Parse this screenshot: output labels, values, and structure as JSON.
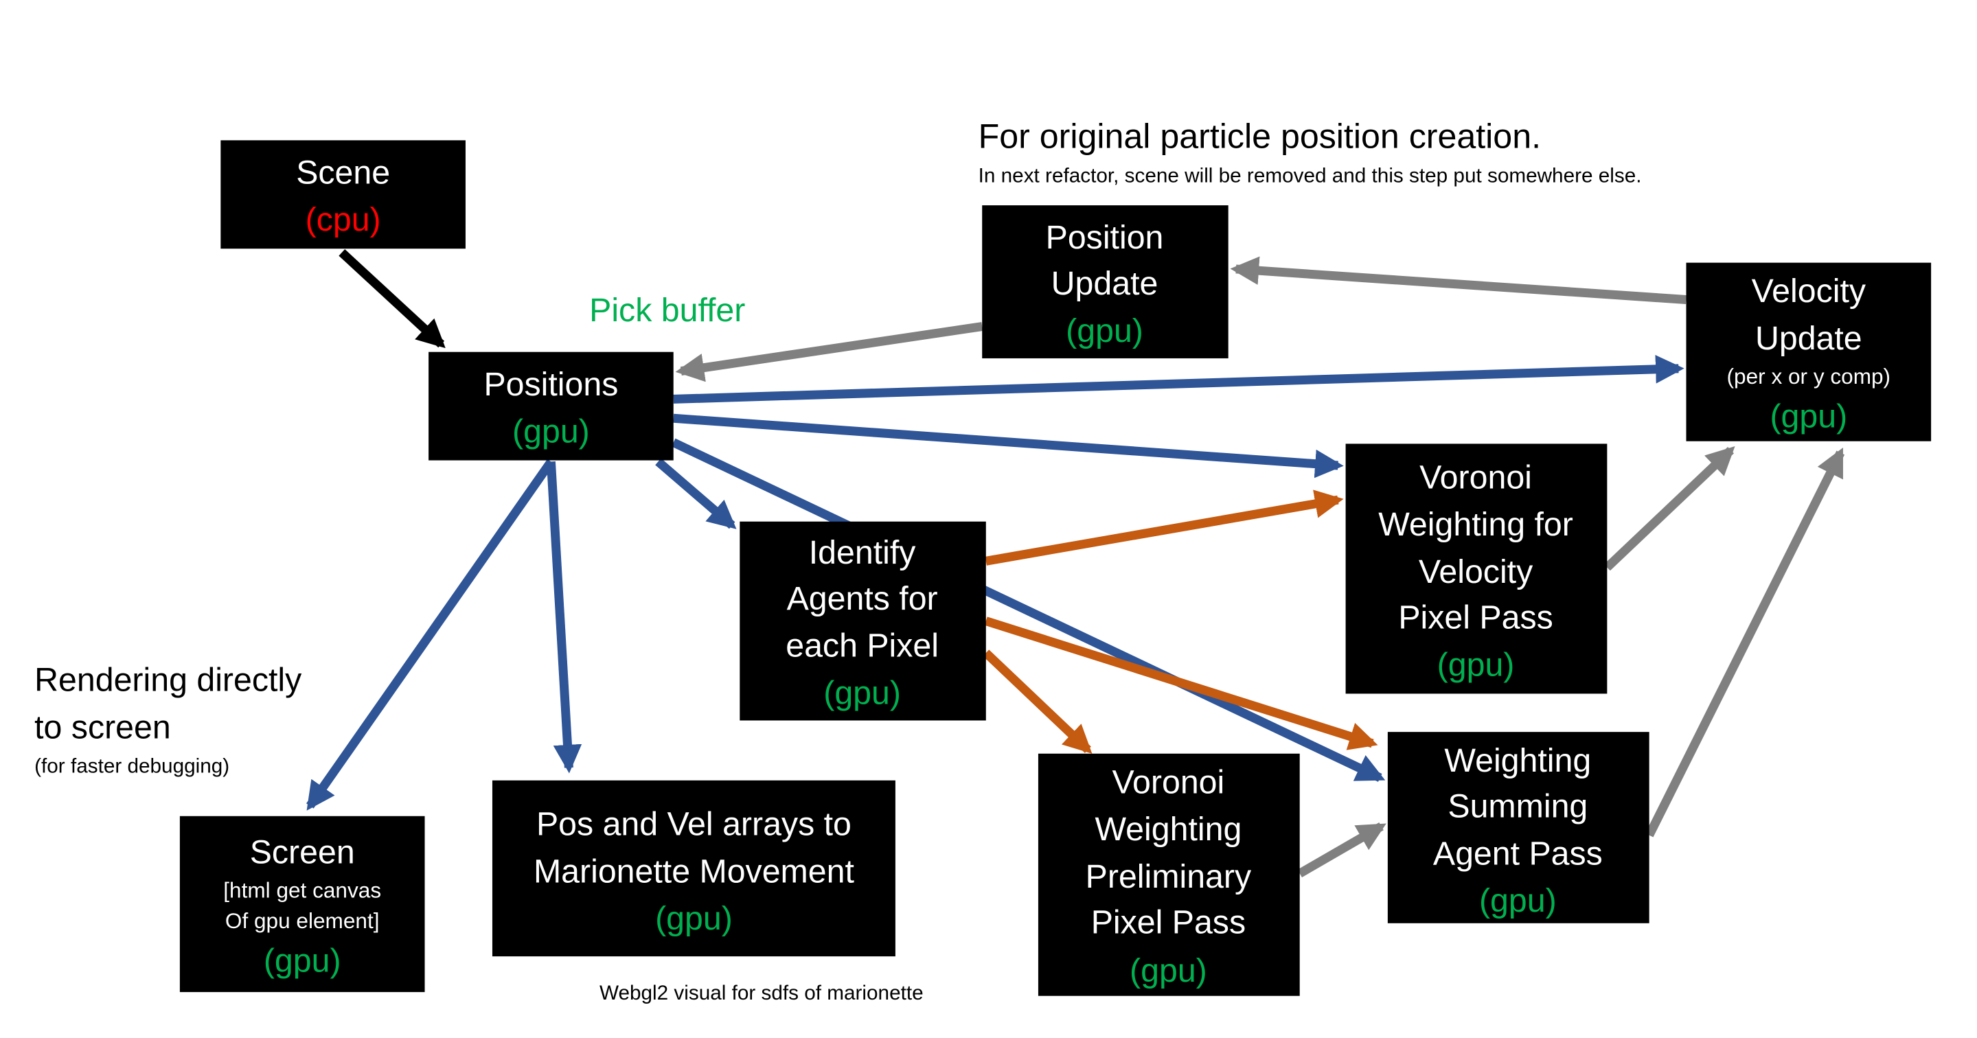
{
  "annotations": {
    "original_title": "For original particle position creation.",
    "original_note": "In next refactor, scene will be removed and this step put somewhere else.",
    "pick_buffer": "Pick buffer",
    "rendering_line1": "Rendering directly",
    "rendering_line2": "to screen",
    "rendering_note": "(for faster debugging)",
    "footer": "Webgl2 visual for sdfs of marionette"
  },
  "nodes": {
    "scene": {
      "lines": [
        "Scene"
      ],
      "tag": "(cpu)"
    },
    "positions": {
      "lines": [
        "Positions"
      ],
      "tag": "(gpu)"
    },
    "position_update": {
      "lines": [
        "Position",
        "Update"
      ],
      "tag": "(gpu)"
    },
    "velocity_update": {
      "lines": [
        "Velocity",
        "Update"
      ],
      "sub": "(per x or y comp)",
      "tag": "(gpu)"
    },
    "voronoi_velocity": {
      "lines": [
        "Voronoi",
        "Weighting for",
        "Velocity",
        "Pixel Pass"
      ],
      "tag": "(gpu)"
    },
    "identify_agents": {
      "lines": [
        "Identify",
        "Agents for",
        "each Pixel"
      ],
      "tag": "(gpu)"
    },
    "weighting_summing": {
      "lines": [
        "Weighting",
        "Summing",
        "Agent Pass"
      ],
      "tag": "(gpu)"
    },
    "voronoi_preliminary": {
      "lines": [
        "Voronoi",
        "Weighting",
        "Preliminary",
        "Pixel Pass"
      ],
      "tag": "(gpu)"
    },
    "pos_vel_arrays": {
      "lines": [
        "Pos and Vel arrays to",
        "Marionette Movement"
      ],
      "tag": "(gpu)"
    },
    "screen": {
      "lines": [
        "Screen"
      ],
      "sub": [
        "[html get canvas",
        "Of gpu element]"
      ],
      "tag": "(gpu)"
    }
  },
  "colors": {
    "blue": "#2F5597",
    "orange": "#C55A11",
    "gray": "#808080",
    "gpu": "#00B050",
    "cpu": "#FF0000"
  }
}
